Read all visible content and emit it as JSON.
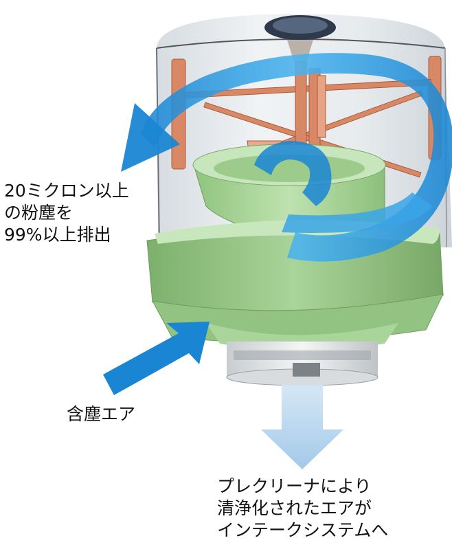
{
  "labels": {
    "dust_removal": [
      "20ミクロン以上",
      "の粉塵を",
      "99%以上排出"
    ],
    "dusty_air": "含塵エア",
    "clean_air": [
      "プレクリーナにより",
      "清浄化されたエアが",
      "インテークシステムへ"
    ]
  },
  "colors": {
    "flow_arrow": "#1a8fd8",
    "outlet_arrow": "#a9cdeb",
    "housing_green": "#a8d49a",
    "rotor": "#d98866",
    "dome": "#dfe4e8"
  }
}
